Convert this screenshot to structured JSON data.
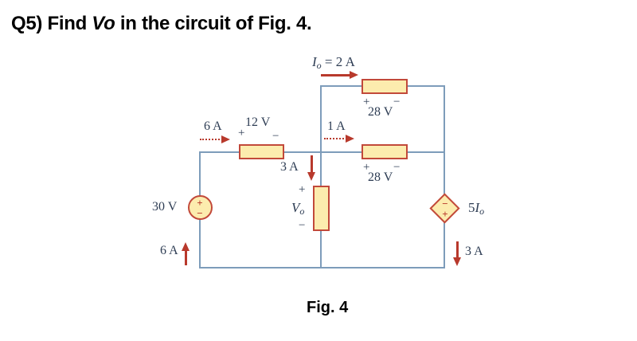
{
  "title": {
    "part1": "Q5) Find ",
    "part2": "Vo",
    "part3": " in the circuit of Fig. 4."
  },
  "caption": "Fig. 4",
  "colors": {
    "wire": "#7d9cba",
    "accent_red": "#b8392c",
    "component_fill": "#fcecae",
    "component_border": "#c2493a",
    "label_text": "#2e3d54"
  },
  "circuit": {
    "io_label": {
      "sym": "I",
      "sub": "o",
      "eq": " = 2 A"
    },
    "top_resistor_voltage": "28 V",
    "mid_resistor_voltage": "28 V",
    "left_resistor_voltage": "12 V",
    "branch_current_6a": "6 A",
    "branch_current_1a": "1 A",
    "branch_current_3a_center": "3 A",
    "branch_current_3a_right": "3 A",
    "source_current_6a": "6 A",
    "source_voltage": "30 V",
    "vo_label": {
      "sym": "V",
      "sub": "o"
    },
    "dependent_source": {
      "coef": "5",
      "sym": "I",
      "sub": "o"
    },
    "plus": "+",
    "minus": "−"
  }
}
